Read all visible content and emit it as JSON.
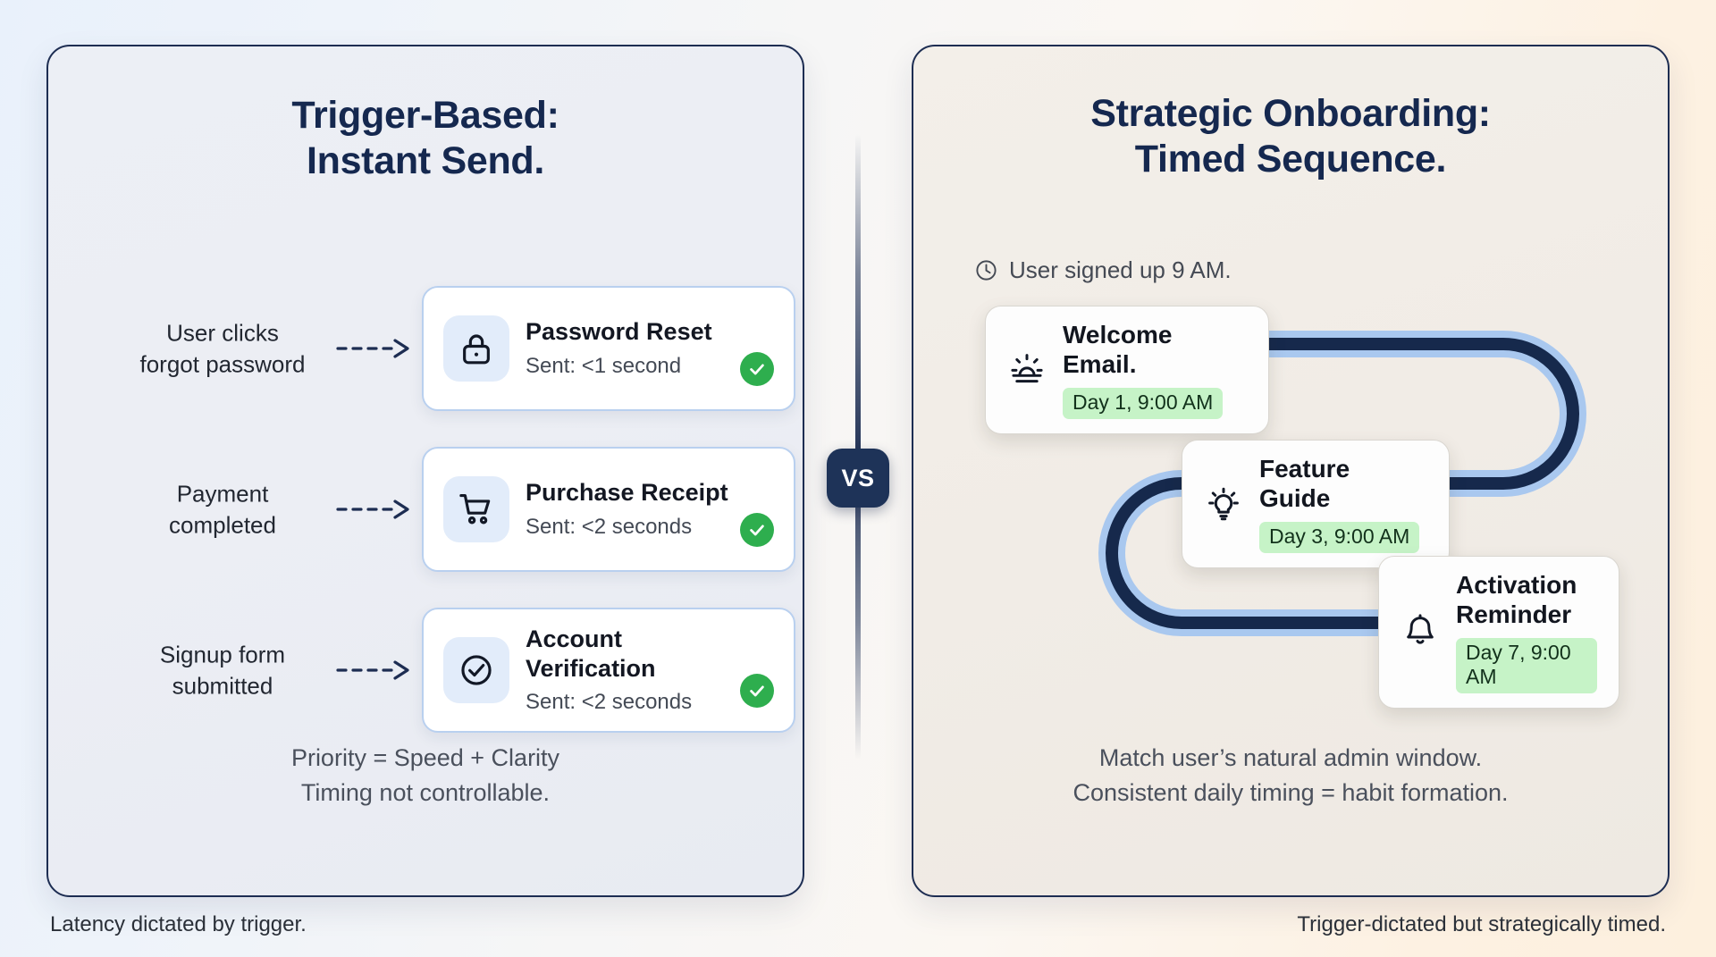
{
  "background": {
    "gradient_from": "#e9f1fb",
    "gradient_to": "#fdf0de"
  },
  "center": {
    "vs_label": "VS",
    "badge_color": "#1e3358"
  },
  "left_panel": {
    "title": "Trigger-Based:\nInstant Send.",
    "border_color": "#1d2d52",
    "background_color": "#eceff5",
    "rows": [
      {
        "trigger_label": "User clicks\nforgot password",
        "icon": "lock-icon",
        "card_title": "Password Reset",
        "card_subtitle": "Sent: <1 second",
        "status": "check-circle-icon",
        "status_color": "#2eae4e"
      },
      {
        "trigger_label": "Payment\ncompleted",
        "icon": "shopping-cart-icon",
        "card_title": "Purchase Receipt",
        "card_subtitle": "Sent: <2 seconds",
        "status": "check-circle-icon",
        "status_color": "#2eae4e"
      },
      {
        "trigger_label": "Signup form\nsubmitted",
        "icon": "check-circle-outline-icon",
        "card_title": "Account Verification",
        "card_subtitle": "Sent: <2 seconds",
        "status": "check-circle-icon",
        "status_color": "#2eae4e"
      }
    ],
    "footnote": "Priority = Speed + Clarity\nTiming not controllable.",
    "caption": "Latency dictated by trigger."
  },
  "right_panel": {
    "title": "Strategic Onboarding:\nTimed Sequence.",
    "border_color": "#1d2d52",
    "background_color": "#f3efe9",
    "signup_note": {
      "icon": "clock-icon",
      "text": "User signed up 9 AM."
    },
    "path_color": "#16294c",
    "path_halo_color": "#a9c8ef",
    "steps": [
      {
        "icon": "sunrise-icon",
        "title": "Welcome Email.",
        "badge": "Day 1, 9:00 AM",
        "badge_color": "#c6f3c7"
      },
      {
        "icon": "lightbulb-icon",
        "title": "Feature Guide",
        "badge": "Day 3, 9:00 AM",
        "badge_color": "#c6f3c7"
      },
      {
        "icon": "bell-icon",
        "title": "Activation\nReminder",
        "badge": "Day 7, 9:00 AM",
        "badge_color": "#c6f3c7"
      }
    ],
    "footnote": "Match user’s natural admin window.\nConsistent daily timing = habit formation.",
    "caption": "Trigger-dictated but strategically timed."
  }
}
